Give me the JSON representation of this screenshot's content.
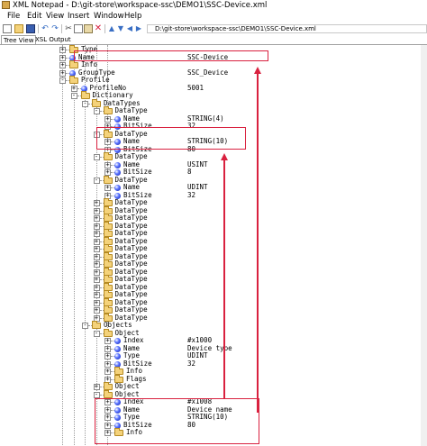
{
  "window": {
    "title": "XML Notepad - D:\\git-store\\workspace-ssc\\DEMO1\\SSC-Device.xml"
  },
  "menu": [
    "File",
    "Edit",
    "View",
    "Insert",
    "Window",
    "Help"
  ],
  "toolbar": {
    "path": "D:\\git-store\\workspace-ssc\\DEMO1\\SSC-Device.xml",
    "buttons": [
      "new-icon",
      "open-icon",
      "save-icon",
      "undo-icon",
      "redo-icon",
      "cut-icon",
      "copy-icon",
      "paste-icon",
      "delete-icon",
      "nudge-up-icon",
      "nudge-down-icon",
      "nudge-left-icon",
      "nudge-right-icon"
    ]
  },
  "tabs": [
    "Tree View",
    "XSL Output"
  ],
  "tree": [
    {
      "label": "Type",
      "type": "folder",
      "depth": 0,
      "exp": "+",
      "value": ""
    },
    {
      "label": "Name",
      "type": "node",
      "depth": 0,
      "exp": "+",
      "value": "SSC-Device"
    },
    {
      "label": "Info",
      "type": "folder",
      "depth": 0,
      "exp": "+",
      "value": ""
    },
    {
      "label": "GroupType",
      "type": "node",
      "depth": 0,
      "exp": "+",
      "value": "SSC_Device"
    },
    {
      "label": "Profile",
      "type": "folder",
      "depth": 0,
      "exp": "-",
      "value": ""
    },
    {
      "label": "ProfileNo",
      "type": "node",
      "depth": 1,
      "exp": "+",
      "value": "5001"
    },
    {
      "label": "Dictionary",
      "type": "folder",
      "depth": 1,
      "exp": "-",
      "value": ""
    },
    {
      "label": "DataTypes",
      "type": "folder",
      "depth": 2,
      "exp": "-",
      "value": ""
    },
    {
      "label": "DataType",
      "type": "folder",
      "depth": 3,
      "exp": "-",
      "value": ""
    },
    {
      "label": "Name",
      "type": "node",
      "depth": 4,
      "exp": "+",
      "value": "STRING(4)"
    },
    {
      "label": "BitSize",
      "type": "node",
      "depth": 4,
      "exp": "+",
      "value": "32"
    },
    {
      "label": "DataType",
      "type": "folder",
      "depth": 3,
      "exp": "-",
      "value": ""
    },
    {
      "label": "Name",
      "type": "node",
      "depth": 4,
      "exp": "+",
      "value": "STRING(10)"
    },
    {
      "label": "BitSize",
      "type": "node",
      "depth": 4,
      "exp": "+",
      "value": "80"
    },
    {
      "label": "DataType",
      "type": "folder",
      "depth": 3,
      "exp": "-",
      "value": ""
    },
    {
      "label": "Name",
      "type": "node",
      "depth": 4,
      "exp": "+",
      "value": "USINT"
    },
    {
      "label": "BitSize",
      "type": "node",
      "depth": 4,
      "exp": "+",
      "value": "8"
    },
    {
      "label": "DataType",
      "type": "folder",
      "depth": 3,
      "exp": "-",
      "value": ""
    },
    {
      "label": "Name",
      "type": "node",
      "depth": 4,
      "exp": "+",
      "value": "UDINT"
    },
    {
      "label": "BitSize",
      "type": "node",
      "depth": 4,
      "exp": "+",
      "value": "32"
    },
    {
      "label": "DataType",
      "type": "folder",
      "depth": 3,
      "exp": "+",
      "value": ""
    },
    {
      "label": "DataType",
      "type": "folder",
      "depth": 3,
      "exp": "+",
      "value": ""
    },
    {
      "label": "DataType",
      "type": "folder",
      "depth": 3,
      "exp": "+",
      "value": ""
    },
    {
      "label": "DataType",
      "type": "folder",
      "depth": 3,
      "exp": "+",
      "value": ""
    },
    {
      "label": "DataType",
      "type": "folder",
      "depth": 3,
      "exp": "+",
      "value": ""
    },
    {
      "label": "DataType",
      "type": "folder",
      "depth": 3,
      "exp": "+",
      "value": ""
    },
    {
      "label": "DataType",
      "type": "folder",
      "depth": 3,
      "exp": "+",
      "value": ""
    },
    {
      "label": "DataType",
      "type": "folder",
      "depth": 3,
      "exp": "+",
      "value": ""
    },
    {
      "label": "DataType",
      "type": "folder",
      "depth": 3,
      "exp": "+",
      "value": ""
    },
    {
      "label": "DataType",
      "type": "folder",
      "depth": 3,
      "exp": "+",
      "value": ""
    },
    {
      "label": "DataType",
      "type": "folder",
      "depth": 3,
      "exp": "+",
      "value": ""
    },
    {
      "label": "DataType",
      "type": "folder",
      "depth": 3,
      "exp": "+",
      "value": ""
    },
    {
      "label": "DataType",
      "type": "folder",
      "depth": 3,
      "exp": "+",
      "value": ""
    },
    {
      "label": "DataType",
      "type": "folder",
      "depth": 3,
      "exp": "+",
      "value": ""
    },
    {
      "label": "DataType",
      "type": "folder",
      "depth": 3,
      "exp": "+",
      "value": ""
    },
    {
      "label": "DataType",
      "type": "folder",
      "depth": 3,
      "exp": "+",
      "value": ""
    },
    {
      "label": "Objects",
      "type": "folder",
      "depth": 2,
      "exp": "-",
      "value": ""
    },
    {
      "label": "Object",
      "type": "folder",
      "depth": 3,
      "exp": "-",
      "value": ""
    },
    {
      "label": "Index",
      "type": "node",
      "depth": 4,
      "exp": "+",
      "value": "#x1000"
    },
    {
      "label": "Name",
      "type": "node",
      "depth": 4,
      "exp": "+",
      "value": "Device type"
    },
    {
      "label": "Type",
      "type": "node",
      "depth": 4,
      "exp": "+",
      "value": "UDINT"
    },
    {
      "label": "BitSize",
      "type": "node",
      "depth": 4,
      "exp": "+",
      "value": "32"
    },
    {
      "label": "Info",
      "type": "folder",
      "depth": 4,
      "exp": "+",
      "value": ""
    },
    {
      "label": "Flags",
      "type": "folder",
      "depth": 4,
      "exp": "+",
      "value": ""
    },
    {
      "label": "Object",
      "type": "folder",
      "depth": 3,
      "exp": "+",
      "value": ""
    },
    {
      "label": "Object",
      "type": "folder",
      "depth": 3,
      "exp": "-",
      "value": ""
    },
    {
      "label": "Index",
      "type": "node",
      "depth": 4,
      "exp": "+",
      "value": "#x1008"
    },
    {
      "label": "Name",
      "type": "node",
      "depth": 4,
      "exp": "+",
      "value": "Device name"
    },
    {
      "label": "Type",
      "type": "node",
      "depth": 4,
      "exp": "+",
      "value": "STRING(10)"
    },
    {
      "label": "BitSize",
      "type": "node",
      "depth": 4,
      "exp": "+",
      "value": "80"
    },
    {
      "label": "Info",
      "type": "folder",
      "depth": 4,
      "exp": "+",
      "value": ""
    }
  ],
  "annotation_color": "#d9213f"
}
